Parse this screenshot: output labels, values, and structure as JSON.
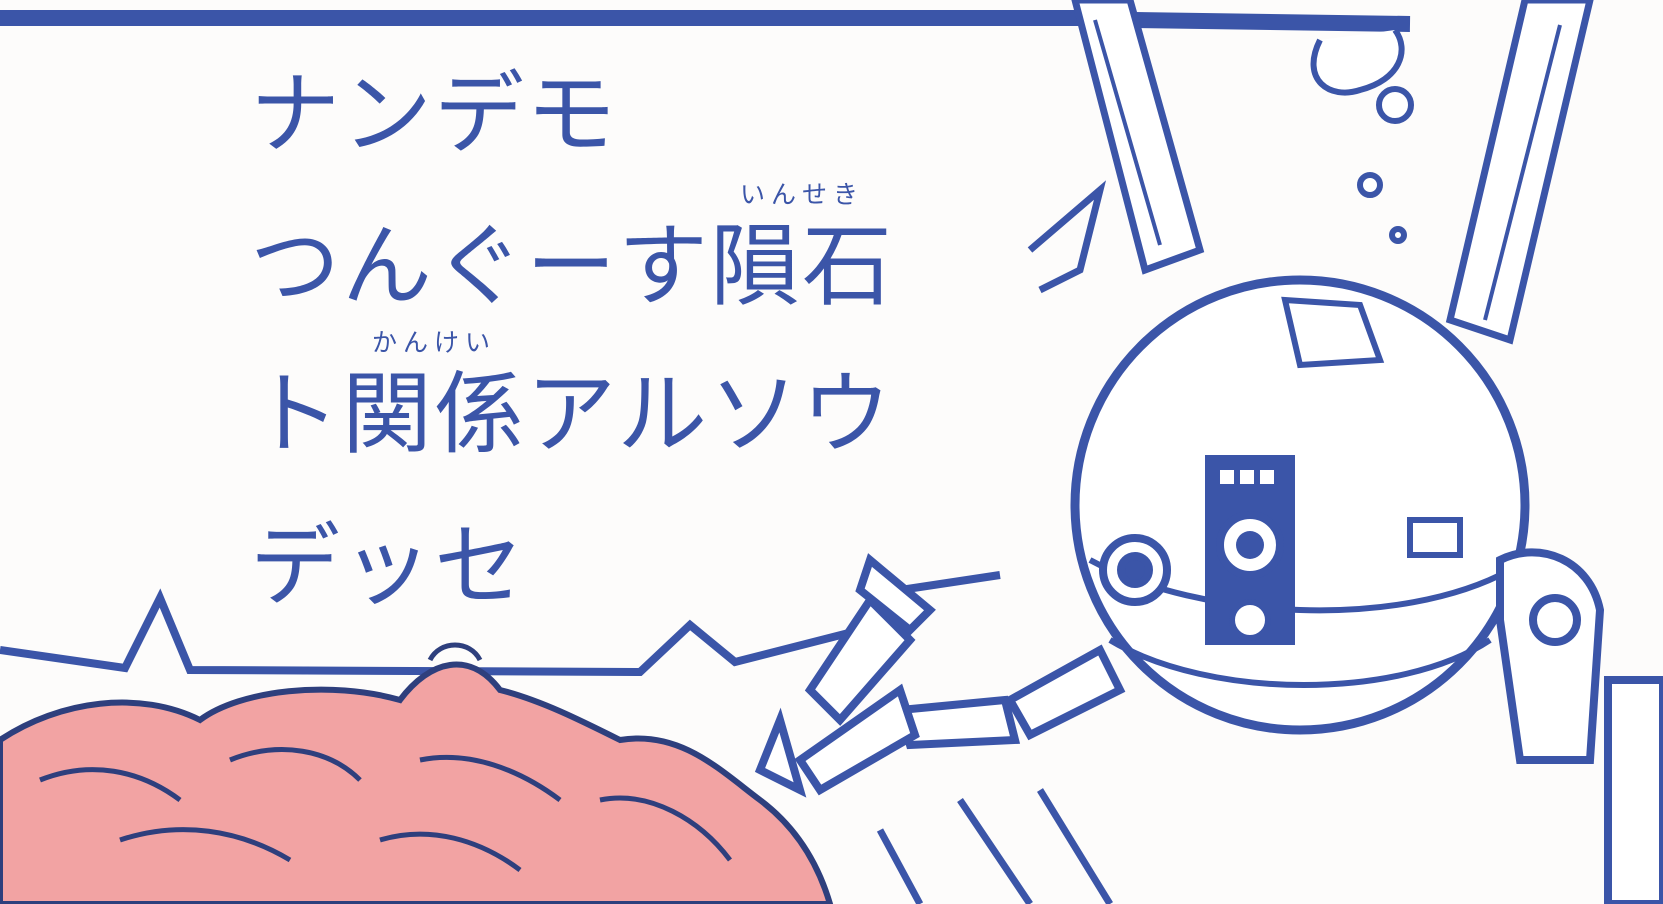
{
  "colors": {
    "ink": "#3b55a8",
    "hair": "#f2a3a3",
    "hair_shade": "#e5898c",
    "paper": "#fdfcfb"
  },
  "speech_bubble": {
    "line_1": "ナンデモ",
    "line_2": {
      "before": "つんぐーす",
      "kanji": "隕石",
      "ruby": "いんせき"
    },
    "line_3": {
      "before": "ト",
      "kanji": "関係",
      "ruby": "かんけい",
      "after": "アルソウ"
    },
    "line_4": "デッセ"
  },
  "characters": [
    {
      "name": "robot",
      "icon": "sphere-robot"
    },
    {
      "name": "pink-haired-character",
      "icon": "pink-hair"
    }
  ]
}
